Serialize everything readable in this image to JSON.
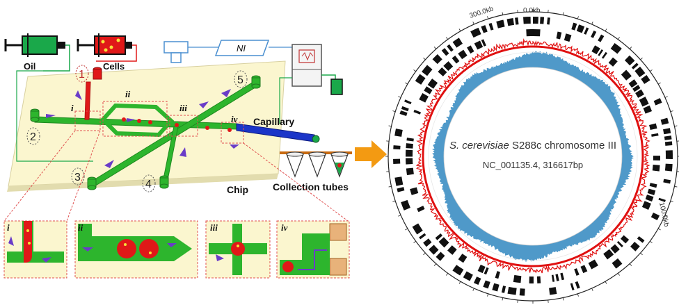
{
  "left_panel": {
    "syringes": {
      "oil_label": "Oil",
      "cells_label": "Cells"
    },
    "instrument_label": "NI",
    "inlets": [
      "1",
      "2",
      "3",
      "4",
      "5"
    ],
    "regions": [
      "i",
      "ii",
      "iii",
      "iv"
    ],
    "capillary_label": "Capillary",
    "chip_label": "Chip",
    "collection_label": "Collection tubes",
    "insets": [
      "i",
      "ii",
      "iii",
      "iv"
    ]
  },
  "right_panel": {
    "organism_italic": "S. cerevisiae",
    "strain": "S288c chromosome III",
    "accession": "NC_001135.4, 316617bp",
    "ring_ticks": [
      "0.0kb",
      "300.0kb",
      "100.0kb"
    ]
  },
  "colors": {
    "channel": "#2db52d",
    "cells": "#e01818",
    "oil": "#1aa84a",
    "capillary": "#1b35c8",
    "chip": "#fbf6cf",
    "gc_blue": "#3d8fc4",
    "ring_red": "#e01010",
    "arrow": "#f39a12"
  }
}
